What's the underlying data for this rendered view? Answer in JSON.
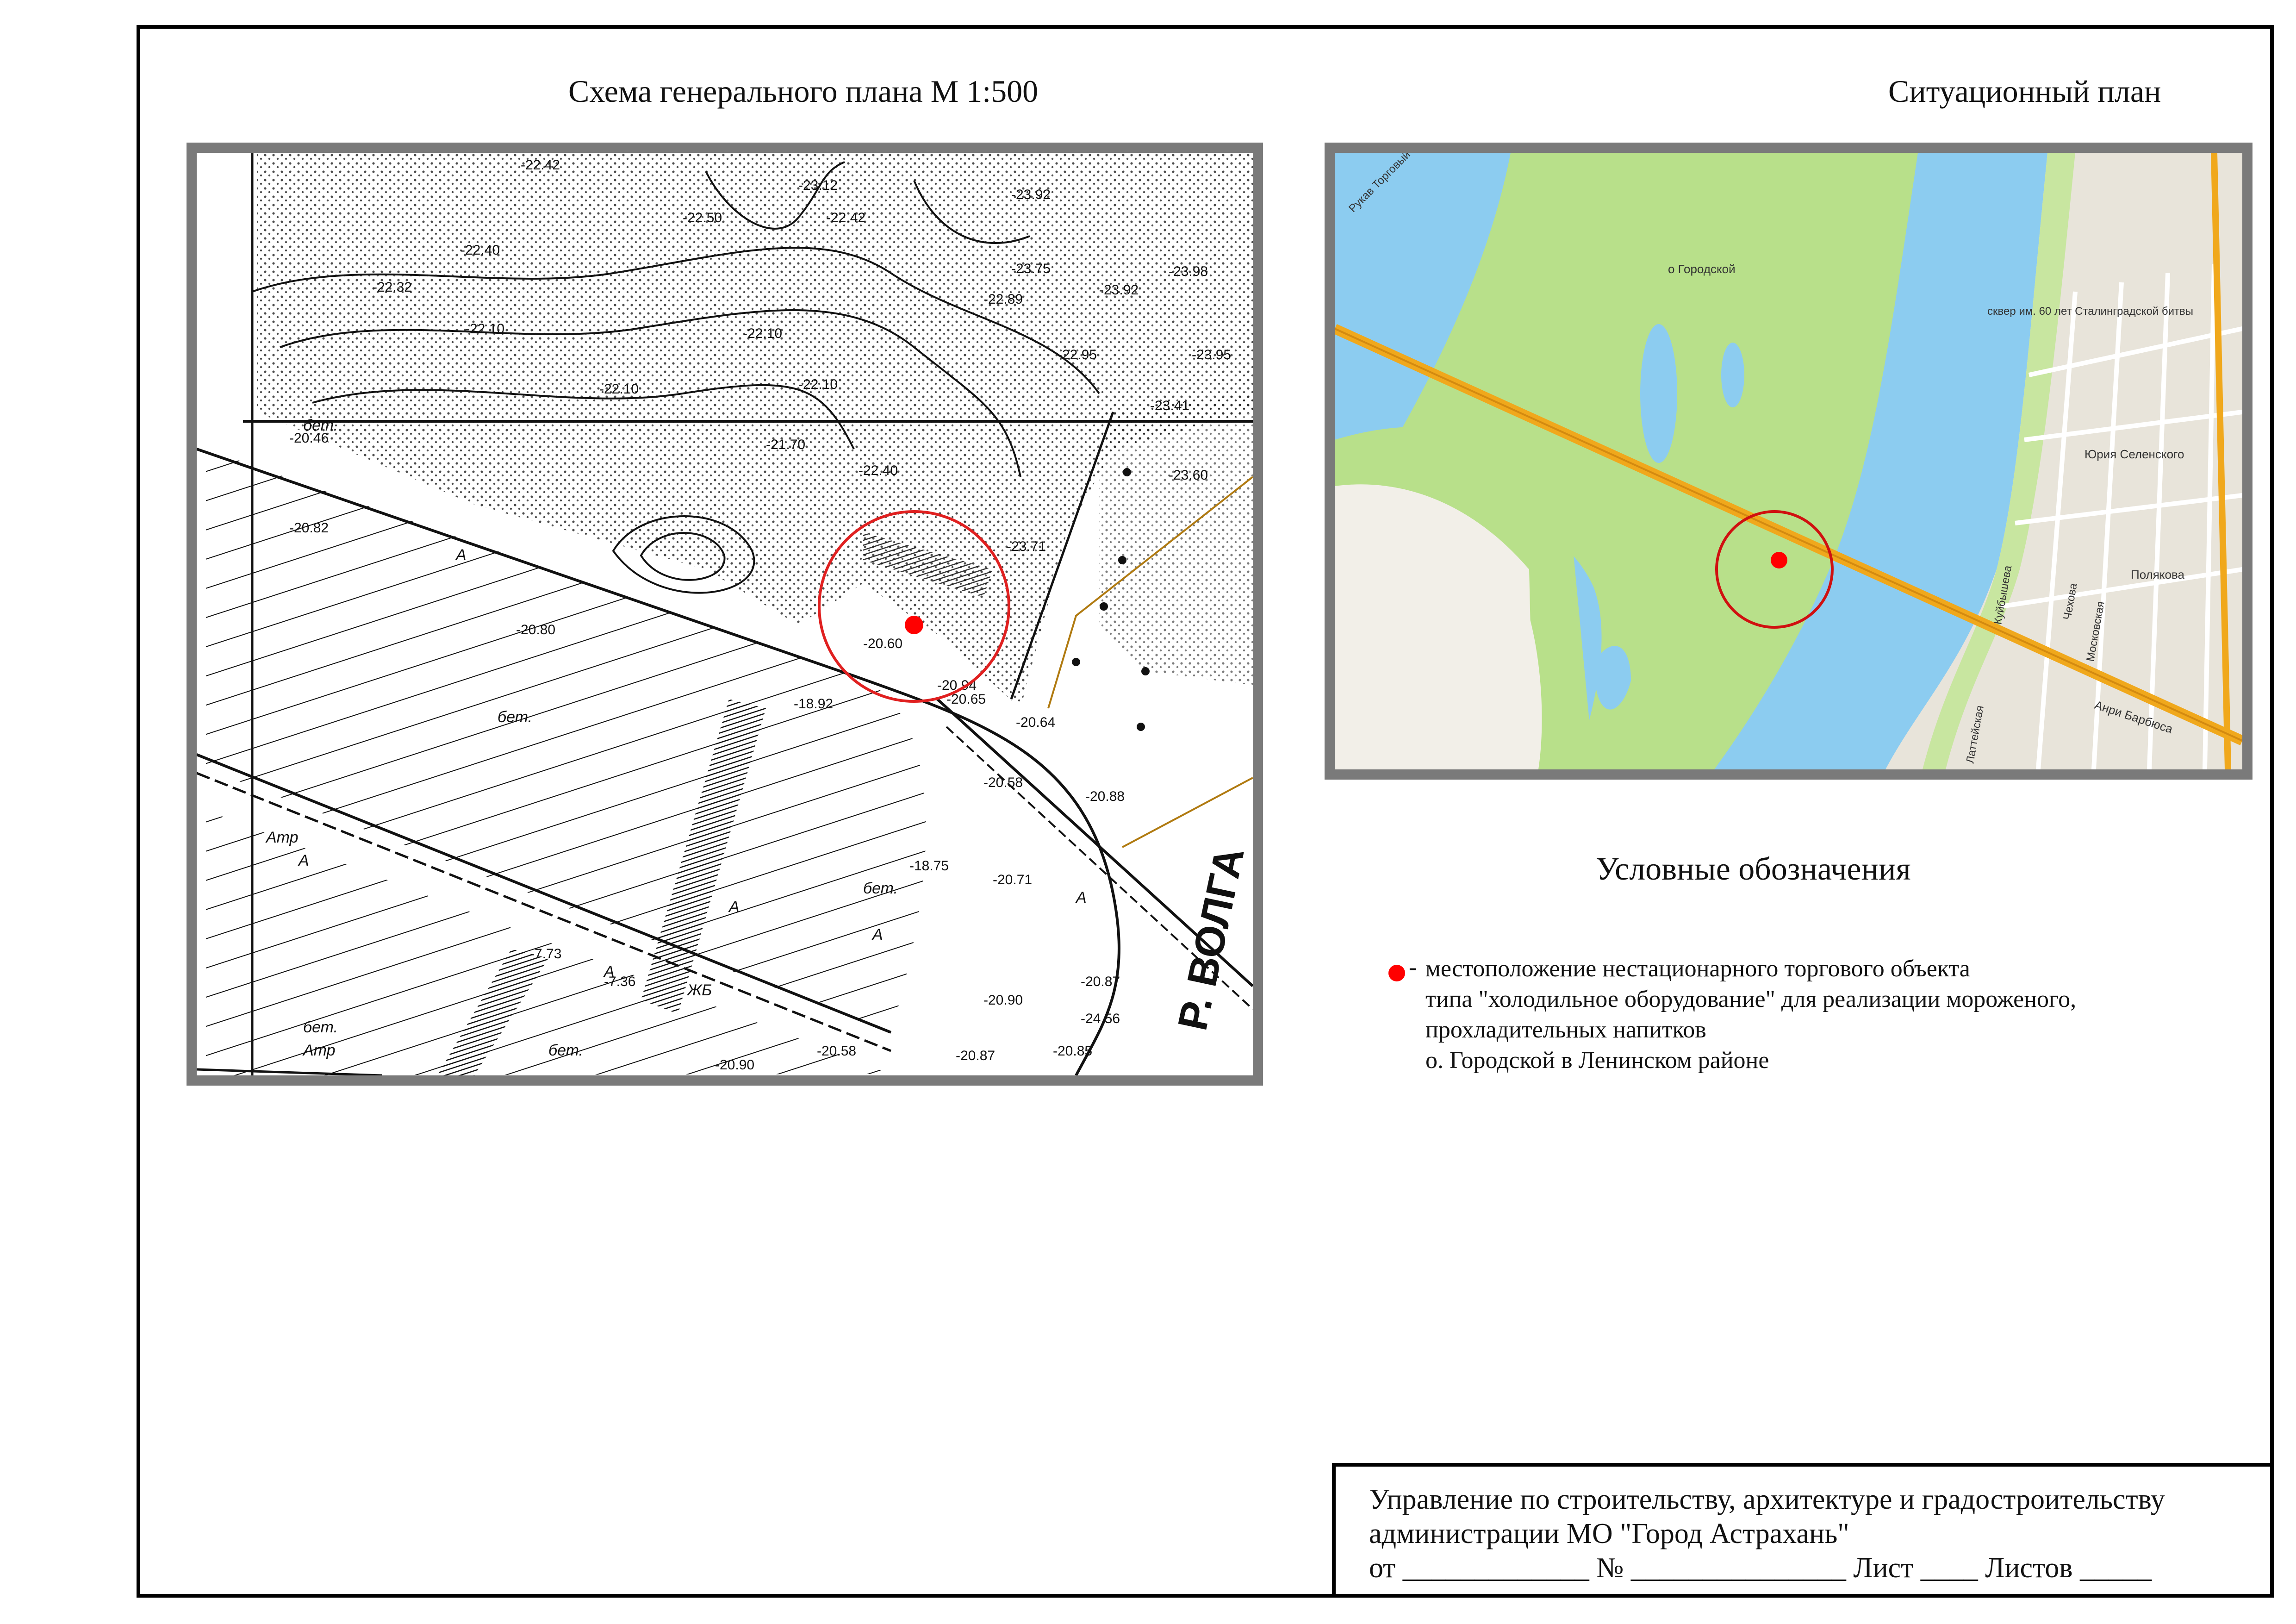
{
  "titles": {
    "general_plan": "Схема генерального плана М 1:500",
    "situation_plan": "Ситуационный план"
  },
  "legend": {
    "title": "Условные обозначения",
    "marker_color": "#ff0000",
    "dash": "-",
    "line1": "местоположение нестационарного торгового объекта",
    "line2": "типа \"холодильное оборудование\" для реализации мороженого,",
    "line3": "прохладительных напитков",
    "line4": "о. Городской в Ленинском районе"
  },
  "stamp": {
    "line1": "Управление по строительству, архитектуре и градостроительству",
    "line2": "администрации МО \"Город Астрахань\"",
    "line3": "от _____________ № _______________ Лист ____ Листов _____"
  },
  "general_plan_map": {
    "elevations": [
      "-22.42",
      "-23.12",
      "-22.50",
      "-22.42",
      "-23.92",
      "-22.40",
      "-23.75",
      "-23.98",
      "-22.32",
      "-23.92",
      "-22.89",
      "-22.10",
      "-22.10",
      "-22.95",
      "-23.95",
      "-22.10",
      "-22.10",
      "-23.41",
      "-20.46",
      "-21.70",
      "-22.40",
      "-23.60",
      "-20.82",
      "-20.80",
      "-23.71",
      "-20.60",
      "-20.94",
      "-20.65",
      "-20.64",
      "-18.92",
      "-20.58",
      "-20.88",
      "-20.71",
      "-20.87",
      "-20.90",
      "-24.56",
      "-20.85",
      "-20.87",
      "-20.90",
      "-18.75",
      "-7.73",
      "-7.36",
      "-20.58"
    ],
    "labels": [
      "бет.",
      "бет.",
      "бет.",
      "бет.",
      "бет.",
      "А",
      "А",
      "А",
      "А",
      "А",
      "А",
      "ЖБ",
      "Атр",
      "Атр",
      "Р. ВОЛГА"
    ],
    "marker_color": "#ff0000",
    "circle_color": "#e02020"
  },
  "situation_map": {
    "labels": {
      "island": "о Городской",
      "square": "сквер им. 60 лет Сталинградской битвы",
      "street1": "Юрия Селенского",
      "street2": "Полякова",
      "street3": "Куйбышева",
      "street4": "Чехова",
      "street5": "Московская",
      "street6": "Анри Барбюса",
      "street7": "Латтейская",
      "channel": "Рукав Торговый"
    },
    "colors": {
      "water": "#8cccf0",
      "island": "#b8e08a",
      "sand": "#f2efe8",
      "city": "#e8e4da",
      "road": "#f0a81c",
      "marker": "#ff0000",
      "circle": "#d01010"
    }
  }
}
